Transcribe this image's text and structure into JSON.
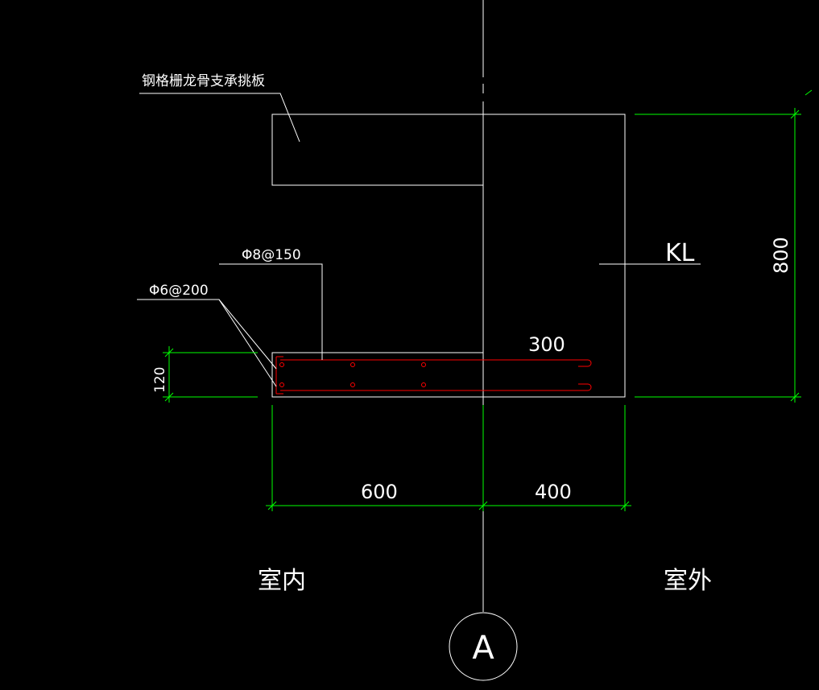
{
  "colors": {
    "background": "#000000",
    "outline": "#ffffff",
    "dimension": "#00ff00",
    "rebar": "#ff0000"
  },
  "labels": {
    "steel_grating_bracket": "钢格栅龙骨支承挑板",
    "beam": "KL",
    "rebar_top": "Φ8@150",
    "rebar_bottom": "Φ6@200",
    "rebar_length": "300",
    "indoor": "室内",
    "outdoor": "室外",
    "axis": "A"
  },
  "dimensions": {
    "left_span": "600",
    "right_span": "400",
    "slab_thickness": "120",
    "beam_height": "800"
  }
}
